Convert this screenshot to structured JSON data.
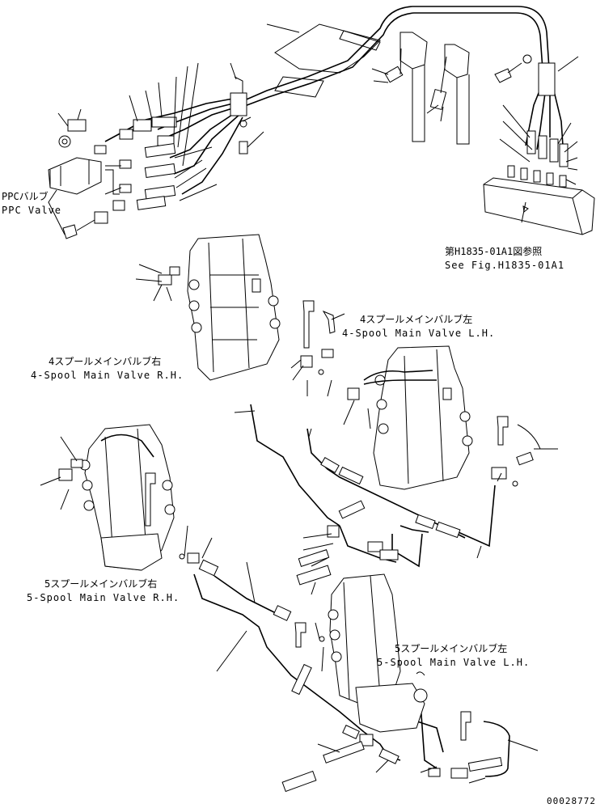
{
  "labels": {
    "ppc_jp": "PPCバルブ",
    "ppc_en": "PPC Valve",
    "ref_jp": "第H1835-01A1図参照",
    "ref_en": "See Fig.H1835-01A1",
    "spool4_lh_jp": "4スプールメインバルブ左",
    "spool4_lh_en": "4-Spool Main Valve L.H.",
    "spool4_rh_jp": "4スプールメインバルブ右",
    "spool4_rh_en": "4-Spool Main Valve R.H.",
    "spool5_rh_jp": "5スプールメインバルブ右",
    "spool5_rh_en": "5-Spool Main Valve R.H.",
    "spool5_lh_jp": "5スプールメインバルブ左",
    "spool5_lh_en": "5-Spool Main Valve L.H.",
    "drawing_no": "00028772"
  }
}
